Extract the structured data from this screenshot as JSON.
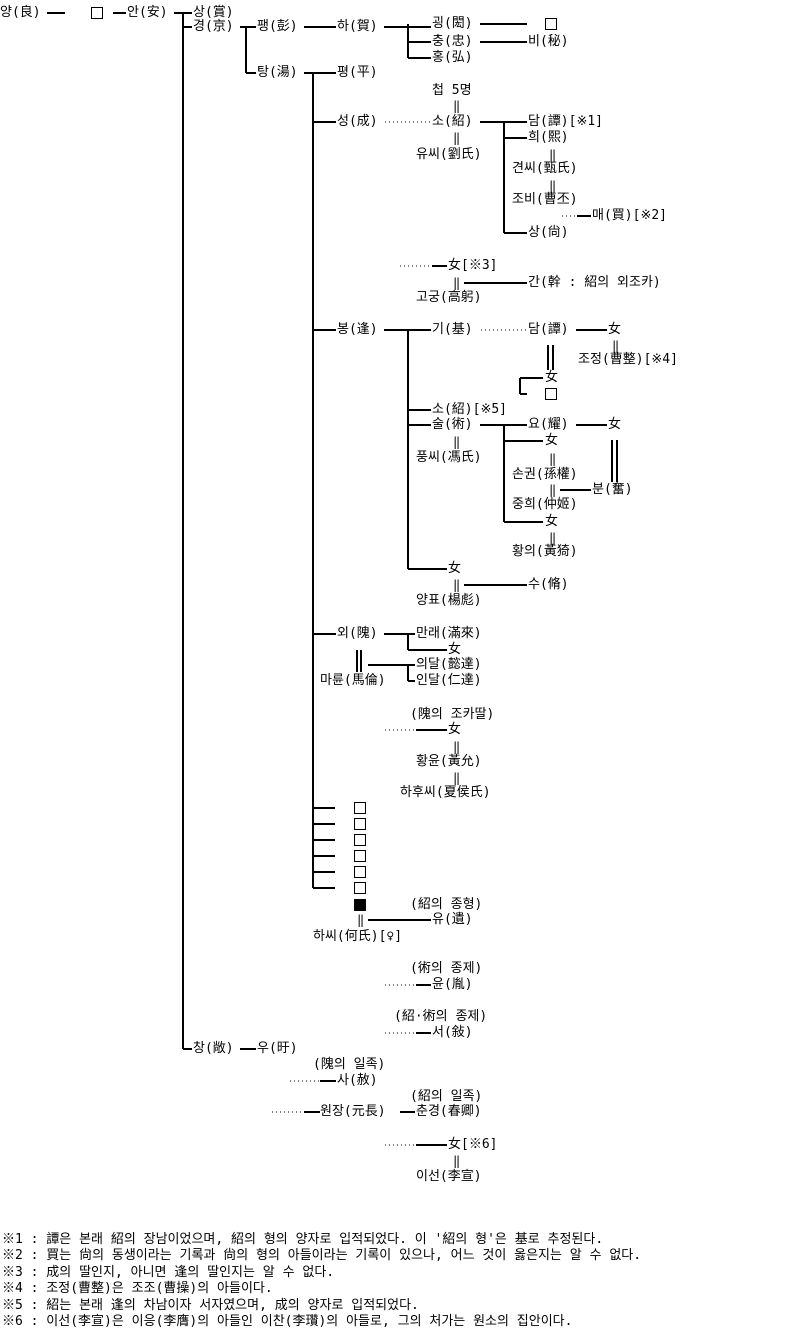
{
  "tree": {
    "yang": "양(良)",
    "an": "안(安)",
    "sang1": "상(賞)",
    "gyeong": "경(京)",
    "paeng": "팽(彭)",
    "ha": "하(賀)",
    "goeng": "굉(閎)",
    "chung": "충(忠)",
    "hong": "홍(弘)",
    "bi": "비(秘)",
    "tang": "탕(湯)",
    "pyeong": "평(平)",
    "cheop": "첩 5명",
    "seong": "성(成)",
    "so": "소(紹)",
    "yussi": "유씨(劉氏)",
    "dam": "담(譚)[※1]",
    "hui": "희(熙)",
    "gyeonssi": "견씨(甄氏)",
    "jobi": "조비(曹丕)",
    "mae": "매(買)[※2]",
    "sang2": "상(尙)",
    "nyeo3": "女[※3]",
    "gan": "간(幹 : 紹의 외조카)",
    "gogung": "고궁(高躬)",
    "bong": "봉(逢)",
    "gi": "기(基)",
    "dam2": "담(譚)",
    "nyeo_a": "女",
    "jojeong": "조정(曹整)[※4]",
    "nyeo_b": "女",
    "so2": "소(紹)[※5]",
    "sul": "술(術)",
    "pungssi": "풍씨(馮氏)",
    "yo": "요(耀)",
    "nyeo_c": "女",
    "nyeo_d": "女",
    "songwon": "손권(孫權)",
    "bun": "분(奮)",
    "junghui": "중희(仲姬)",
    "nyeo_e": "女",
    "hwangui": "황의(黃猗)",
    "nyeo_f": "女",
    "su": "수(脩)",
    "yangpyo": "양표(楊彪)",
    "oe": "외(隗)",
    "manrae": "만래(滿來)",
    "nyeo_g": "女",
    "uidal": "의달(懿達)",
    "indal": "인달(仁達)",
    "maryun": "마륜(馬倫)",
    "note_oe": "(隗의 조카딸)",
    "nyeo_h": "女",
    "hwangyun": "황윤(黃允)",
    "hahussi": "하후씨(夏侯氏)",
    "note_yu": "(紹의 종형)",
    "yu": "유(遺)",
    "hassi": "하씨(何氏)[♀]",
    "note_yun": "(術의 종제)",
    "yun": "윤(胤)",
    "note_seo": "(紹·術의 종제)",
    "seo": "서(敍)",
    "chang": "창(敞)",
    "u": "우(旴)",
    "note_sa": "(隗의 일족)",
    "sa": "사(赦)",
    "note_chun": "(紹의 일족)",
    "wonjang": "원장(元長)",
    "chungyeong": "춘경(春卿)",
    "nyeo6": "女[※6]",
    "iseon": "이선(李宣)",
    "eq": "‖"
  },
  "footnotes": [
    "※1 : 譚은 본래 紹의 장남이었으며, 紹의 형의 양자로 입적되었다. 이 '紹의 형'은 基로 추정된다.",
    "※2 : 買는 尙의 동생이라는 기록과 尙의 형의 아들이라는 기록이 있으나, 어느 것이 옳은지는 알 수 없다.",
    "※3 : 成의 딸인지, 아니면 逢의 딸인지는 알 수 없다.",
    "※4 : 조정(曹整)은 조조(曹操)의 아들이다.",
    "※5 : 紹는 본래 逢의 차남이자 서자였으며, 成의 양자로 입적되었다.",
    "※6 : 이선(李宣)은 이응(李膺)의 아들인 이찬(李瓚)의 아들로, 그의 처가는 원소의 집안이다."
  ]
}
